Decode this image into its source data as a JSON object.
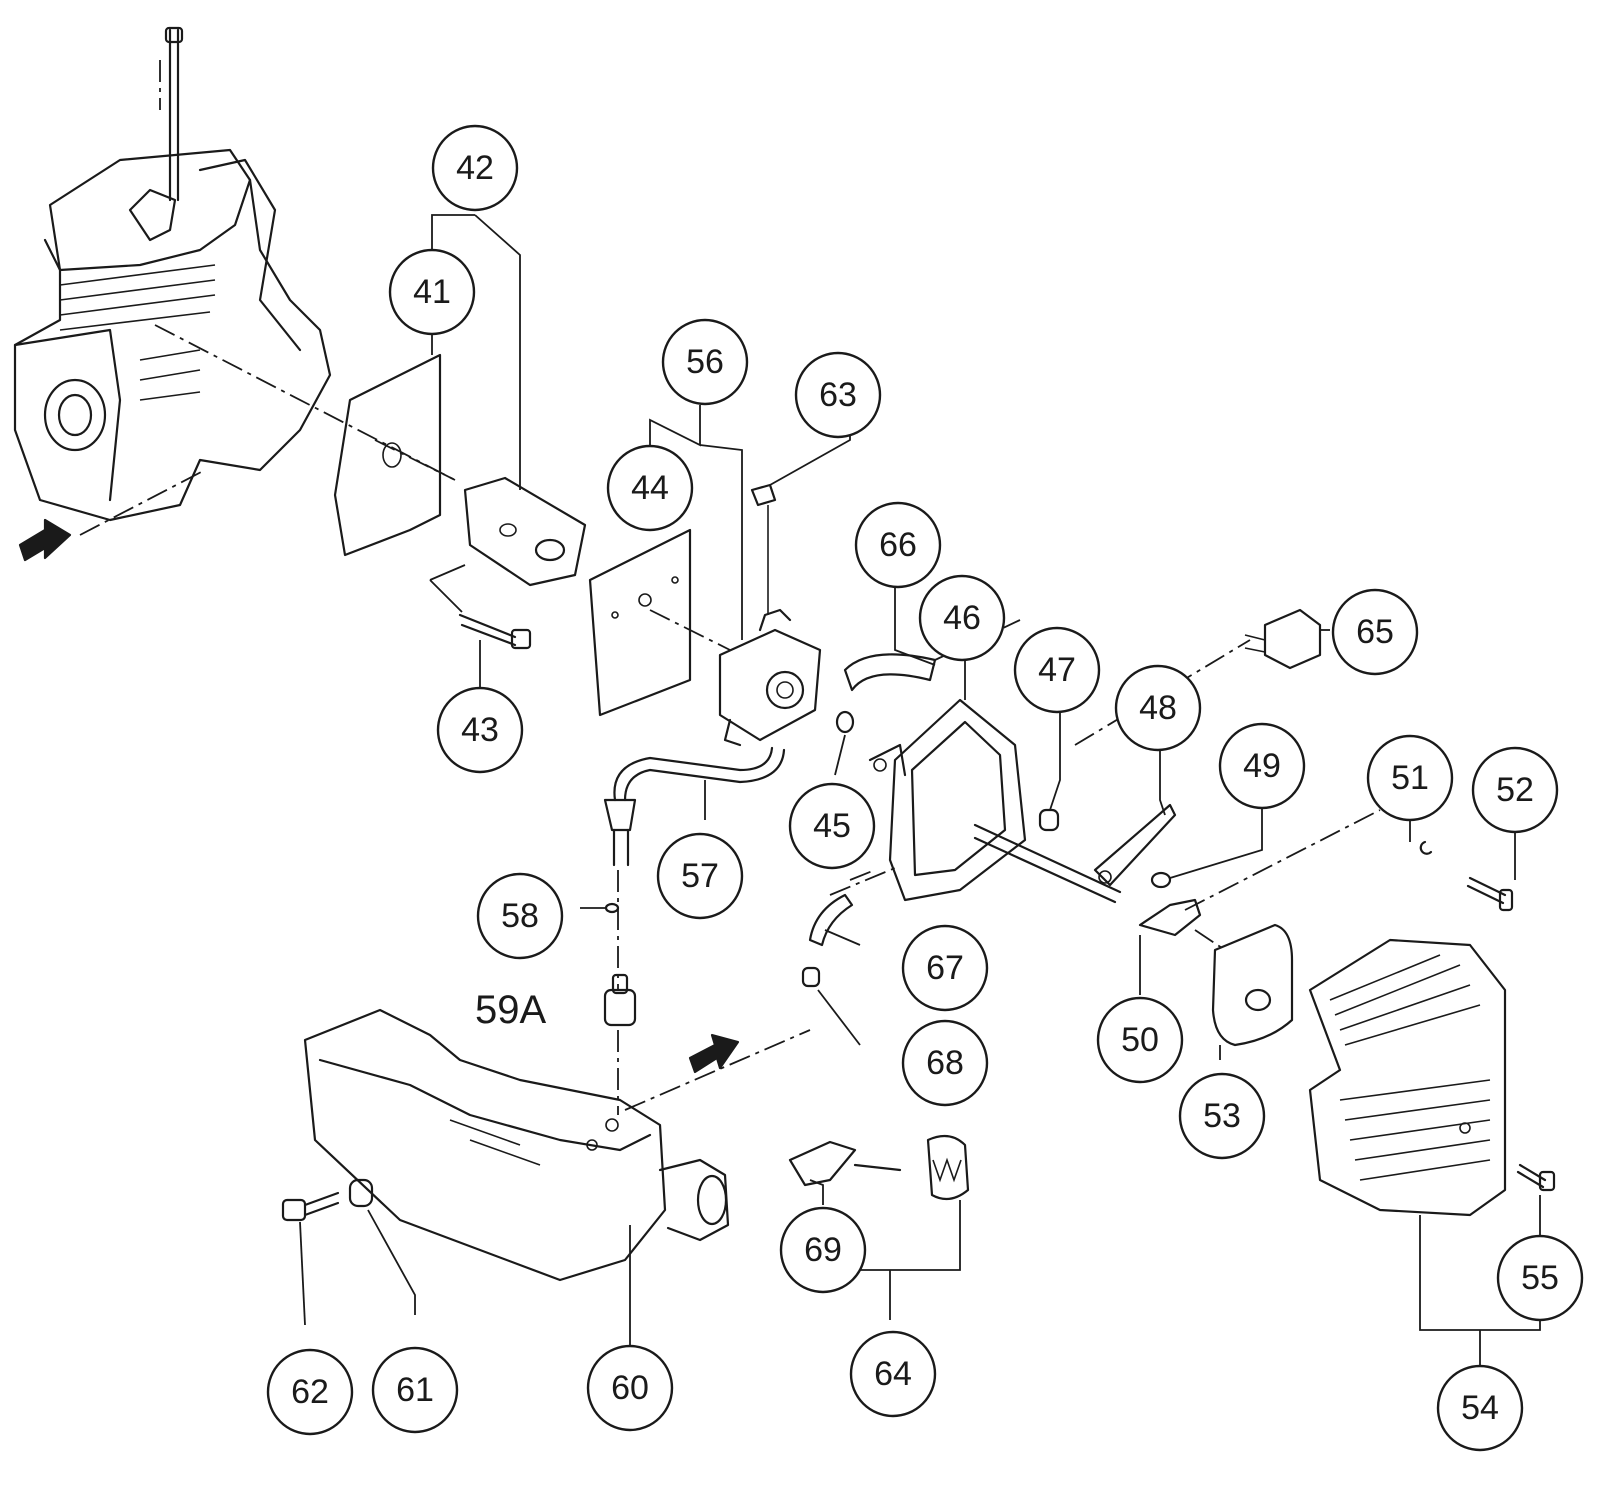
{
  "diagram": {
    "colors": {
      "ink": "#1a1a1a",
      "background": "#ffffff"
    },
    "callouts": {
      "c41": "41",
      "c42": "42",
      "c43": "43",
      "c44": "44",
      "c45": "45",
      "c46": "46",
      "c47": "47",
      "c48": "48",
      "c49": "49",
      "c50": "50",
      "c51": "51",
      "c52": "52",
      "c53": "53",
      "c54": "54",
      "c55": "55",
      "c56": "56",
      "c57": "57",
      "c58": "58",
      "c59a": "59A",
      "c60": "60",
      "c61": "61",
      "c62": "62",
      "c63": "63",
      "c64": "64",
      "c65": "65",
      "c66": "66",
      "c67": "67",
      "c68": "68",
      "c69": "69"
    }
  }
}
